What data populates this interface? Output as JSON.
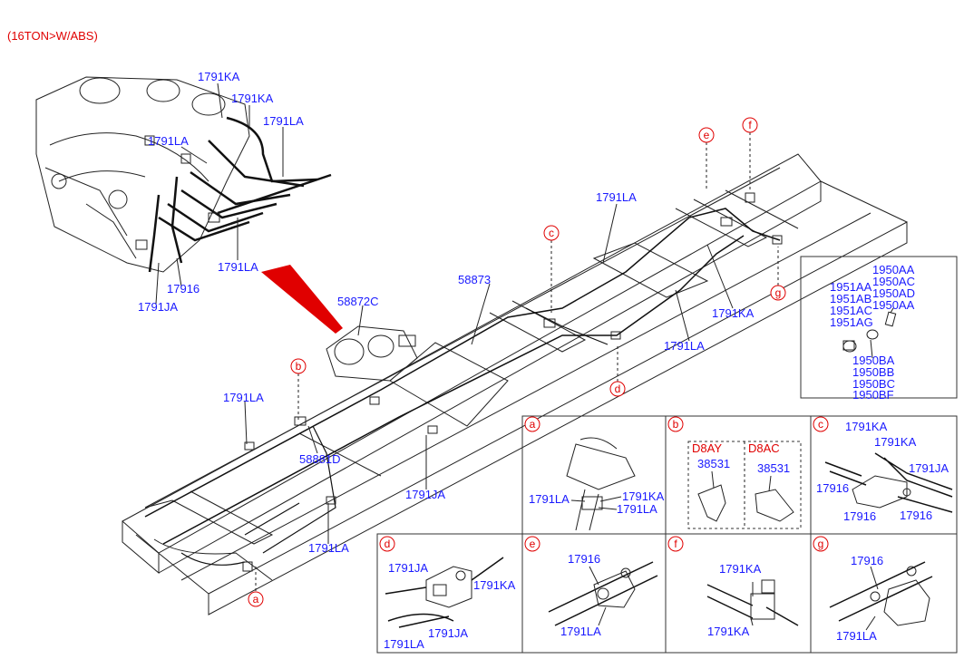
{
  "header": {
    "title": "(16TON>W/ABS)"
  },
  "main_labels": {
    "top_ka1": "1791KA",
    "top_ka2": "1791KA",
    "top_la1": "1791LA",
    "top_la2": "1791LA",
    "top_la3": "1791LA",
    "top_17916": "17916",
    "top_ja": "1791JA",
    "p58872c": "58872C",
    "p58873": "58873",
    "mid_la_top": "1791LA",
    "mid_ka_right": "1791KA",
    "mid_la_right": "1791LA",
    "left_la": "1791LA",
    "p58881d": "58881D",
    "center_ja": "1791JA",
    "bottom_la": "1791LA"
  },
  "callouts": [
    "a",
    "b",
    "c",
    "d",
    "e",
    "f",
    "g"
  ],
  "parts_box": {
    "right_group": [
      "1950AA",
      "1950AC",
      "1950AD",
      "1950AA"
    ],
    "left_group": [
      "1951AA",
      "1951AB",
      "1951AC",
      "1951AG"
    ],
    "bottom_group": [
      "1950BA",
      "1950BB",
      "1950BC",
      "1950BF"
    ]
  },
  "details": {
    "a": {
      "letter": "a",
      "labels": [
        "1791LA",
        "1791KA",
        "1791LA"
      ]
    },
    "b": {
      "letter": "b",
      "variants": [
        {
          "code": "D8AY",
          "part": "38531"
        },
        {
          "code": "D8AC",
          "part": "38531"
        }
      ]
    },
    "c": {
      "letter": "c",
      "labels": [
        "1791KA",
        "1791KA",
        "1791JA",
        "17916",
        "17916",
        "17916"
      ]
    },
    "d": {
      "letter": "d",
      "labels": [
        "1791JA",
        "1791KA",
        "1791JA",
        "1791LA"
      ]
    },
    "e": {
      "letter": "e",
      "labels": [
        "17916",
        "1791LA"
      ]
    },
    "f": {
      "letter": "f",
      "labels": [
        "1791KA",
        "1791KA"
      ]
    },
    "g": {
      "letter": "g",
      "labels": [
        "17916",
        "1791LA"
      ]
    }
  },
  "colors": {
    "label": "#1a1aff",
    "callout": "#e00000",
    "line": "#222222"
  }
}
